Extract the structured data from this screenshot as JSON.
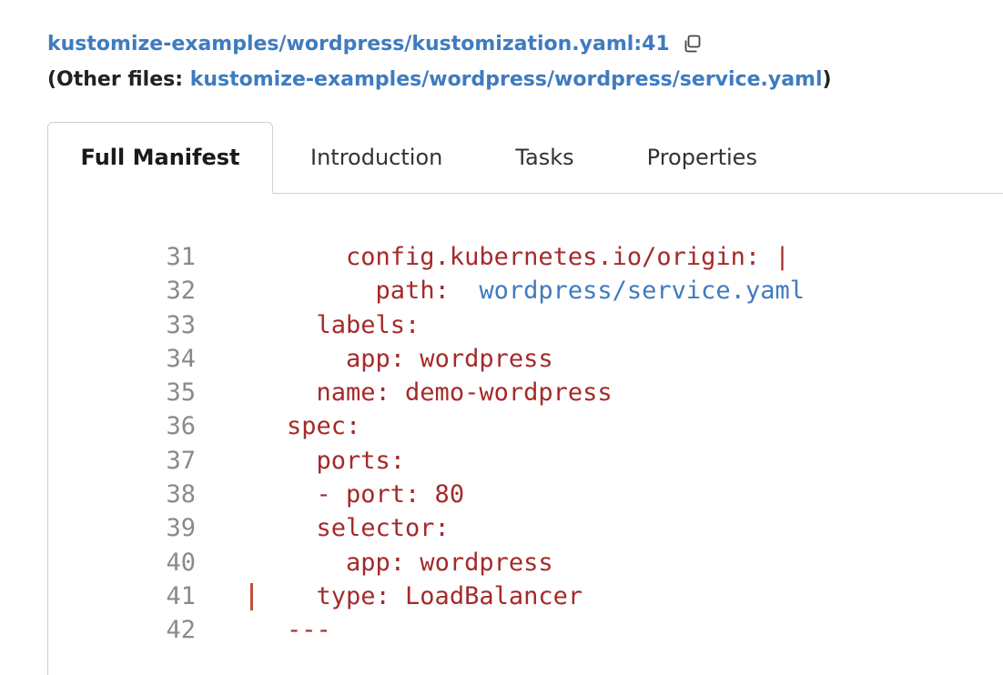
{
  "header": {
    "file_link": "kustomize-examples/wordpress/kustomization.yaml:41",
    "other_files_prefix": "(Other files: ",
    "other_files_link": "kustomize-examples/wordpress/wordpress/service.yaml",
    "other_files_suffix": ")",
    "copy_icon": "copy-icon"
  },
  "tabs": [
    {
      "label": "Full Manifest",
      "active": true
    },
    {
      "label": "Introduction",
      "active": false
    },
    {
      "label": "Tasks",
      "active": false
    },
    {
      "label": "Properties",
      "active": false
    }
  ],
  "code": {
    "marked_line": 41,
    "lines": [
      {
        "n": "31",
        "indent": "    ",
        "text": "config.kubernetes.io/origin: |",
        "link": ""
      },
      {
        "n": "32",
        "indent": "      ",
        "text": "path:  ",
        "link": "wordpress/service.yaml"
      },
      {
        "n": "33",
        "indent": "  ",
        "text": "labels:",
        "link": ""
      },
      {
        "n": "34",
        "indent": "    ",
        "text": "app: wordpress",
        "link": ""
      },
      {
        "n": "35",
        "indent": "  ",
        "text": "name: demo-wordpress",
        "link": ""
      },
      {
        "n": "36",
        "indent": "",
        "text": "spec:",
        "link": ""
      },
      {
        "n": "37",
        "indent": "  ",
        "text": "ports:",
        "link": ""
      },
      {
        "n": "38",
        "indent": "  ",
        "text": "- port: 80",
        "link": ""
      },
      {
        "n": "39",
        "indent": "  ",
        "text": "selector:",
        "link": ""
      },
      {
        "n": "40",
        "indent": "    ",
        "text": "app: wordpress",
        "link": ""
      },
      {
        "n": "41",
        "indent": "  ",
        "text": "type: LoadBalancer",
        "link": ""
      },
      {
        "n": "42",
        "indent": "",
        "text": "---",
        "link": ""
      }
    ]
  },
  "colors": {
    "link": "#3f7bbf",
    "code_text": "#a52a2a",
    "line_number": "#8a8a8a",
    "marker": "#c0503a"
  }
}
